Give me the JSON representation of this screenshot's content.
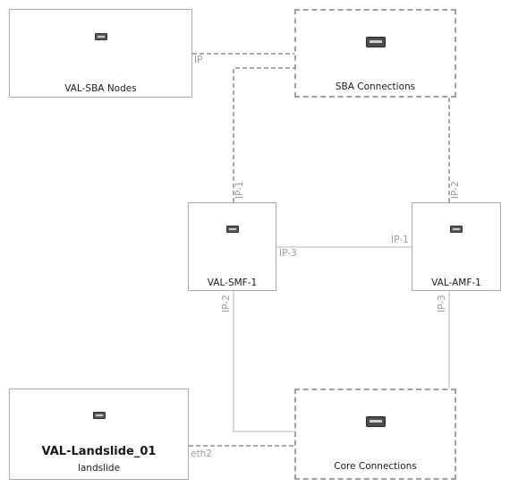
{
  "nodes": {
    "sba_nodes": {
      "label": "VAL-SBA Nodes",
      "icon": "device-icon"
    },
    "sba_connections": {
      "label": "SBA Connections",
      "icon": "switch-icon"
    },
    "smf": {
      "label": "VAL-SMF-1",
      "icon": "device-icon"
    },
    "amf": {
      "label": "VAL-AMF-1",
      "icon": "device-icon"
    },
    "landslide": {
      "label": "VAL-Landslide_01",
      "sublabel": "landslide",
      "icon": "device-icon"
    },
    "core_connections": {
      "label": "Core Connections",
      "icon": "switch-icon"
    }
  },
  "ports": {
    "sba_ip": "IP",
    "smf_ip1": "IP-1",
    "smf_ip3": "IP-3",
    "smf_ip2": "IP-2",
    "amf_ip2": "IP-2",
    "amf_ip1": "IP-1",
    "amf_ip3": "IP-3",
    "landslide_eth2": "eth2"
  },
  "colors": {
    "line": "#a8a8a8",
    "port_text": "#9a9a9a",
    "border": "#a8a8a8"
  }
}
